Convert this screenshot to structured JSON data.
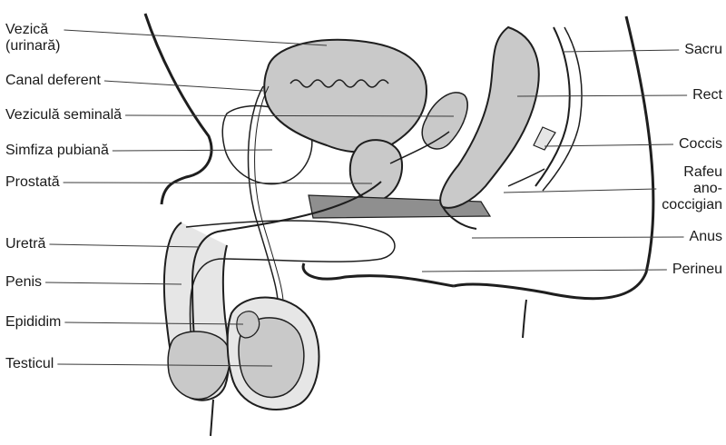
{
  "labels_left": [
    {
      "id": "vezica",
      "lines": [
        "Vezică",
        "(urinară)"
      ]
    },
    {
      "id": "canal",
      "lines": [
        "Canal deferent"
      ]
    },
    {
      "id": "veziculă",
      "lines": [
        "Veziculă seminală"
      ]
    },
    {
      "id": "simfiza",
      "lines": [
        "Simfiza pubiană"
      ]
    },
    {
      "id": "prostata",
      "lines": [
        "Prostată"
      ]
    },
    {
      "id": "uretra",
      "lines": [
        "Uretră"
      ]
    },
    {
      "id": "penis",
      "lines": [
        "Penis"
      ]
    },
    {
      "id": "epididim",
      "lines": [
        "Epididim"
      ]
    },
    {
      "id": "testicul",
      "lines": [
        "Testicul"
      ]
    }
  ],
  "labels_right": [
    {
      "id": "sacru",
      "lines": [
        "Sacru"
      ]
    },
    {
      "id": "rect",
      "lines": [
        "Rect"
      ]
    },
    {
      "id": "coccis",
      "lines": [
        "Coccis"
      ]
    },
    {
      "id": "rafeu",
      "lines": [
        "Rafeu",
        "ano-",
        "coccigian"
      ]
    },
    {
      "id": "anus",
      "lines": [
        "Anus"
      ]
    },
    {
      "id": "perineu",
      "lines": [
        "Perineu"
      ]
    }
  ],
  "colors": {
    "outline": "#1e1e1e",
    "organ_fill": "#c9c9c9",
    "dark_fill": "#8f8f8f",
    "light_fill": "#e6e6e6",
    "leader": "#3a3a3a"
  }
}
